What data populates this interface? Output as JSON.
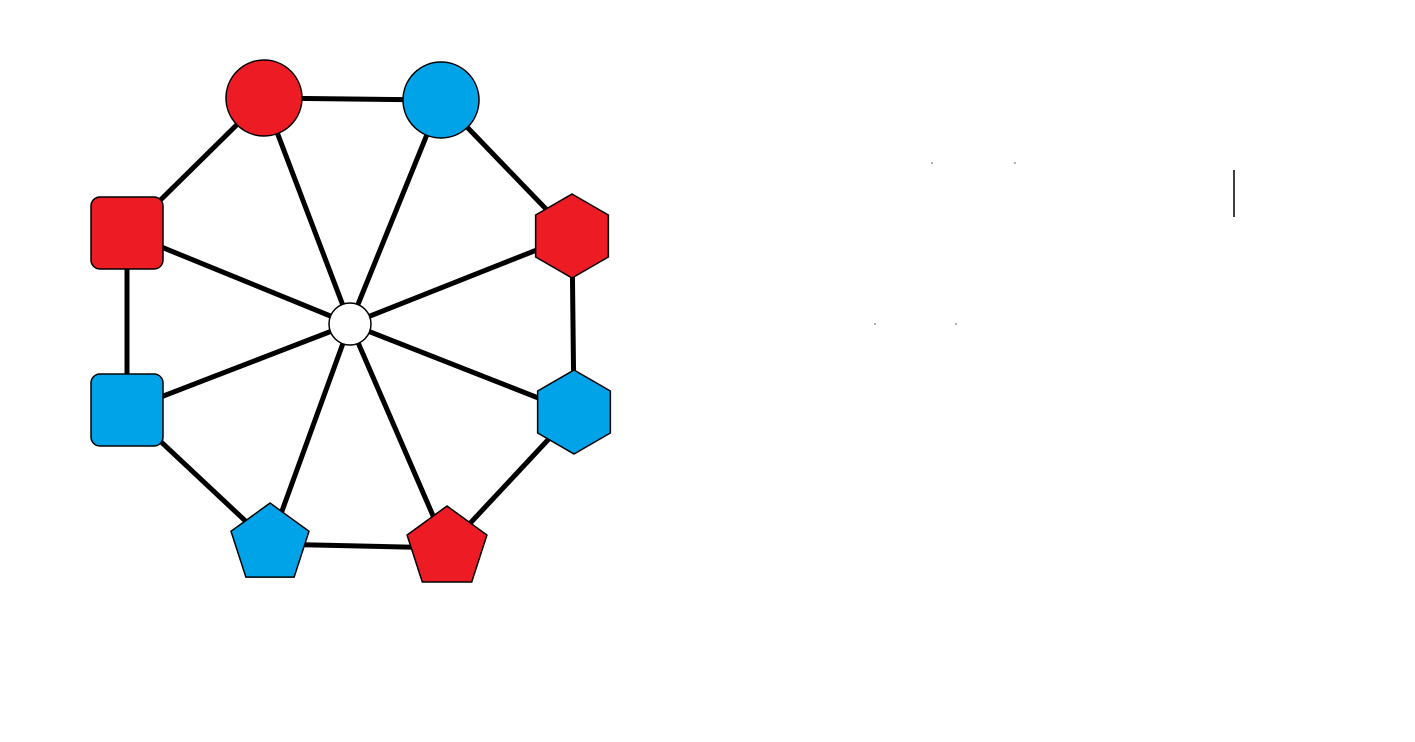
{
  "diagram": {
    "type": "wheel-graph",
    "colors": {
      "red": "#ed1c24",
      "blue": "#00a2e8",
      "hub": "#ffffff",
      "edge": "#000000"
    },
    "hub": {
      "id": "hub",
      "shape": "circle",
      "color": "hub"
    },
    "nodes": [
      {
        "id": "circle-red",
        "shape": "circle",
        "color": "red"
      },
      {
        "id": "circle-blue",
        "shape": "circle",
        "color": "blue"
      },
      {
        "id": "hexagon-red",
        "shape": "hexagon",
        "color": "red"
      },
      {
        "id": "hexagon-blue",
        "shape": "hexagon",
        "color": "blue"
      },
      {
        "id": "pentagon-red",
        "shape": "pentagon",
        "color": "red"
      },
      {
        "id": "pentagon-blue",
        "shape": "pentagon",
        "color": "blue"
      },
      {
        "id": "square-blue",
        "shape": "square",
        "color": "blue"
      },
      {
        "id": "square-red",
        "shape": "square",
        "color": "red"
      }
    ],
    "rim_edges": [
      [
        "circle-red",
        "circle-blue"
      ],
      [
        "circle-blue",
        "hexagon-red"
      ],
      [
        "hexagon-red",
        "hexagon-blue"
      ],
      [
        "hexagon-blue",
        "pentagon-red"
      ],
      [
        "pentagon-red",
        "pentagon-blue"
      ],
      [
        "pentagon-blue",
        "square-blue"
      ],
      [
        "square-blue",
        "square-red"
      ],
      [
        "square-red",
        "circle-red"
      ]
    ],
    "spoke_edges": [
      [
        "hub",
        "circle-red"
      ],
      [
        "hub",
        "circle-blue"
      ],
      [
        "hub",
        "hexagon-red"
      ],
      [
        "hub",
        "hexagon-blue"
      ],
      [
        "hub",
        "pentagon-red"
      ],
      [
        "hub",
        "pentagon-blue"
      ],
      [
        "hub",
        "square-blue"
      ],
      [
        "hub",
        "square-red"
      ]
    ]
  }
}
